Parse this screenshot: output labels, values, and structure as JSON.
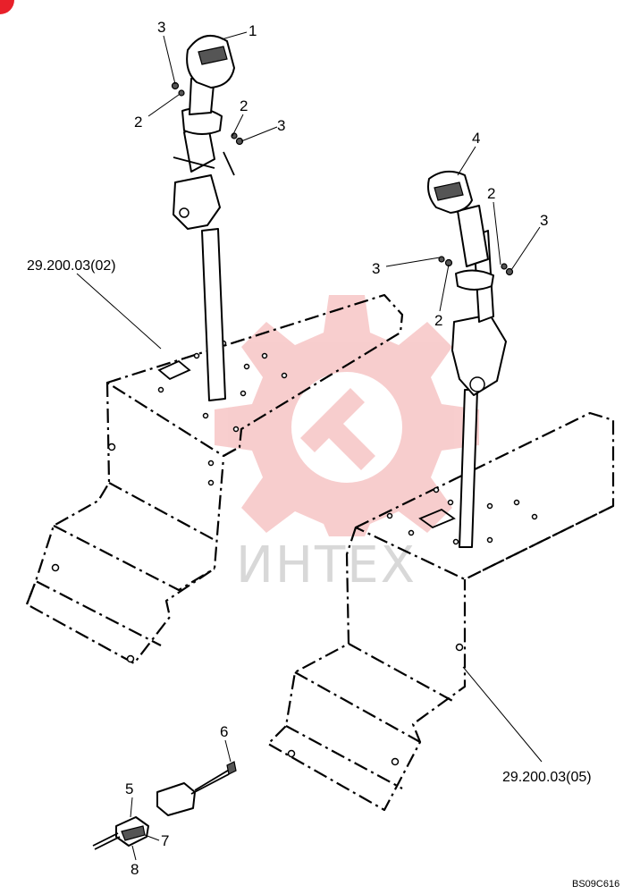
{
  "corner_mark_color": "#e8202a",
  "watermark": {
    "text": "ИНТЕХ",
    "gear_color": "#f2a6a6"
  },
  "callouts": {
    "c1": "1",
    "c2a": "2",
    "c2b": "2",
    "c2c": "2",
    "c2d": "2",
    "c3a": "3",
    "c3b": "3",
    "c3c": "3",
    "c3d": "3",
    "c4": "4",
    "c5": "5",
    "c6": "6",
    "c7": "7",
    "c8": "8"
  },
  "references": {
    "left_panel": "29.200.03(02)",
    "right_panel": "29.200.03(05)"
  },
  "drawing_code": "BS09C616"
}
